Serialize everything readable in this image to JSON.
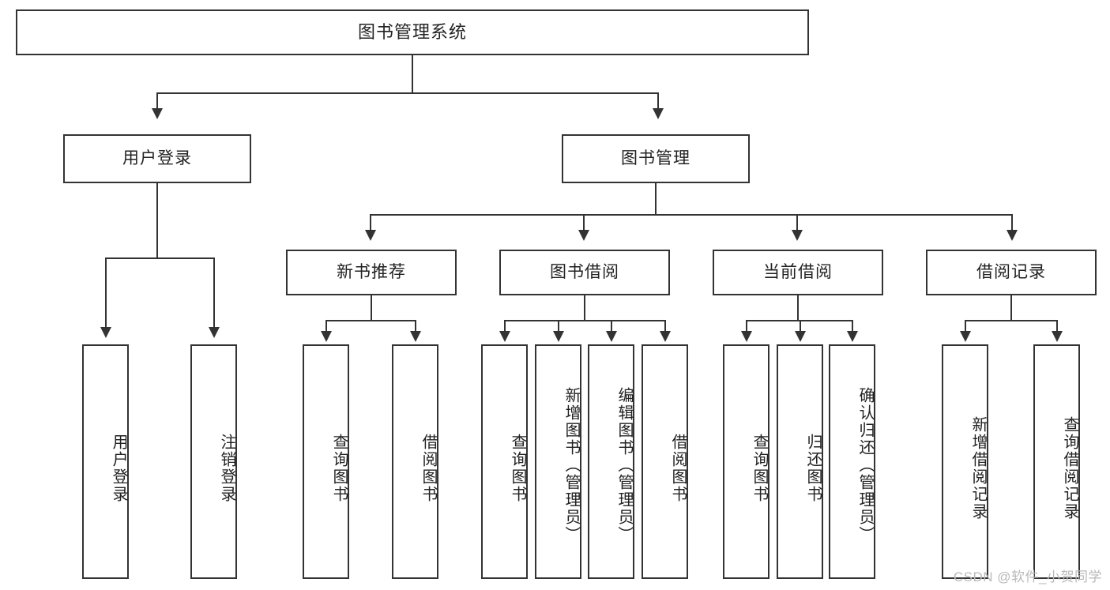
{
  "diagram": {
    "title": "图书管理系统",
    "type": "tree-hierarchy-diagram",
    "root": {
      "label": "图书管理系统"
    },
    "level2": [
      {
        "id": "user-login",
        "label": "用户登录"
      },
      {
        "id": "book-management",
        "label": "图书管理"
      }
    ],
    "level3": [
      {
        "id": "new-book-recommend",
        "label": "新书推荐",
        "parent": "book-management"
      },
      {
        "id": "book-borrow",
        "label": "图书借阅",
        "parent": "book-management"
      },
      {
        "id": "current-borrow",
        "label": "当前借阅",
        "parent": "book-management"
      },
      {
        "id": "borrow-record",
        "label": "借阅记录",
        "parent": "book-management"
      }
    ],
    "leaves": {
      "user_login": [
        {
          "id": "leaf-user-login",
          "label": "用户登录"
        },
        {
          "id": "leaf-logout",
          "label": "注销登录"
        }
      ],
      "new_book_recommend": [
        {
          "id": "leaf-query-book-1",
          "label": "查询图书"
        },
        {
          "id": "leaf-borrow-book-1",
          "label": "借阅图书"
        }
      ],
      "book_borrow": [
        {
          "id": "leaf-query-book-2",
          "label": "查询图书"
        },
        {
          "id": "leaf-add-book",
          "label": "新增图书（管理员）"
        },
        {
          "id": "leaf-edit-book",
          "label": "编辑图书（管理员）"
        },
        {
          "id": "leaf-borrow-book-2",
          "label": "借阅图书"
        }
      ],
      "current_borrow": [
        {
          "id": "leaf-query-book-3",
          "label": "查询图书"
        },
        {
          "id": "leaf-return-book",
          "label": "归还图书"
        },
        {
          "id": "leaf-confirm-return",
          "label": "确认归还（管理员）"
        }
      ],
      "borrow_record": [
        {
          "id": "leaf-add-record",
          "label": "新增借阅记录"
        },
        {
          "id": "leaf-query-record",
          "label": "查询借阅记录"
        }
      ]
    }
  },
  "watermark": {
    "text": "CSDN @软件_小贺同学"
  },
  "colors": {
    "stroke": "#333333",
    "box_fill": "#ffffff",
    "text": "#222222",
    "watermark": "#b9b9b9",
    "background": "#ffffff"
  }
}
